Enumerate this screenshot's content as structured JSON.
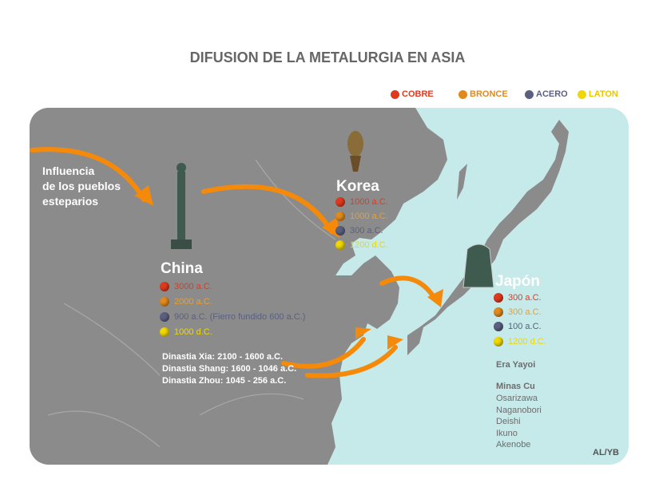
{
  "title": "DIFUSION DE LA METALURGIA EN ASIA",
  "legend": [
    {
      "label": "COBRE",
      "color": "#e03a1e"
    },
    {
      "label": "BRONCE",
      "color": "#e08a1e"
    },
    {
      "label": "ACERO",
      "color": "#5b6080"
    },
    {
      "label": "LATON",
      "color": "#f0d800"
    }
  ],
  "influence": "Influencia\nde los pueblos\nesteparios",
  "china": {
    "name": "China",
    "dates": [
      "3000 a.C.",
      "2000 a.C.",
      "900 a.C. (Fierro fundido 600 a.C.)",
      "1000 d.C."
    ],
    "dynasties": [
      "Dinastia Xia: 2100 - 1600 a.C.",
      "Dinastia Shang: 1600 - 1046 a.C.",
      "Dinastia Zhou: 1045 - 256 a.C."
    ]
  },
  "korea": {
    "name": "Korea",
    "dates": [
      "1000 a.C.",
      "1000 a.C.",
      "300 a.C.",
      "1200 d.C."
    ]
  },
  "japan": {
    "name": "Japón",
    "dates": [
      "300 a.C.",
      "300 a.C.",
      "100 a.C.",
      "1200 d.C."
    ],
    "era": "Era Yayoi",
    "mines_title": "Minas Cu",
    "mines": [
      "Osarizawa",
      "Naganobori",
      "Deishi",
      "Ikuno",
      "Akenobe"
    ]
  },
  "credit": "AL/YB"
}
